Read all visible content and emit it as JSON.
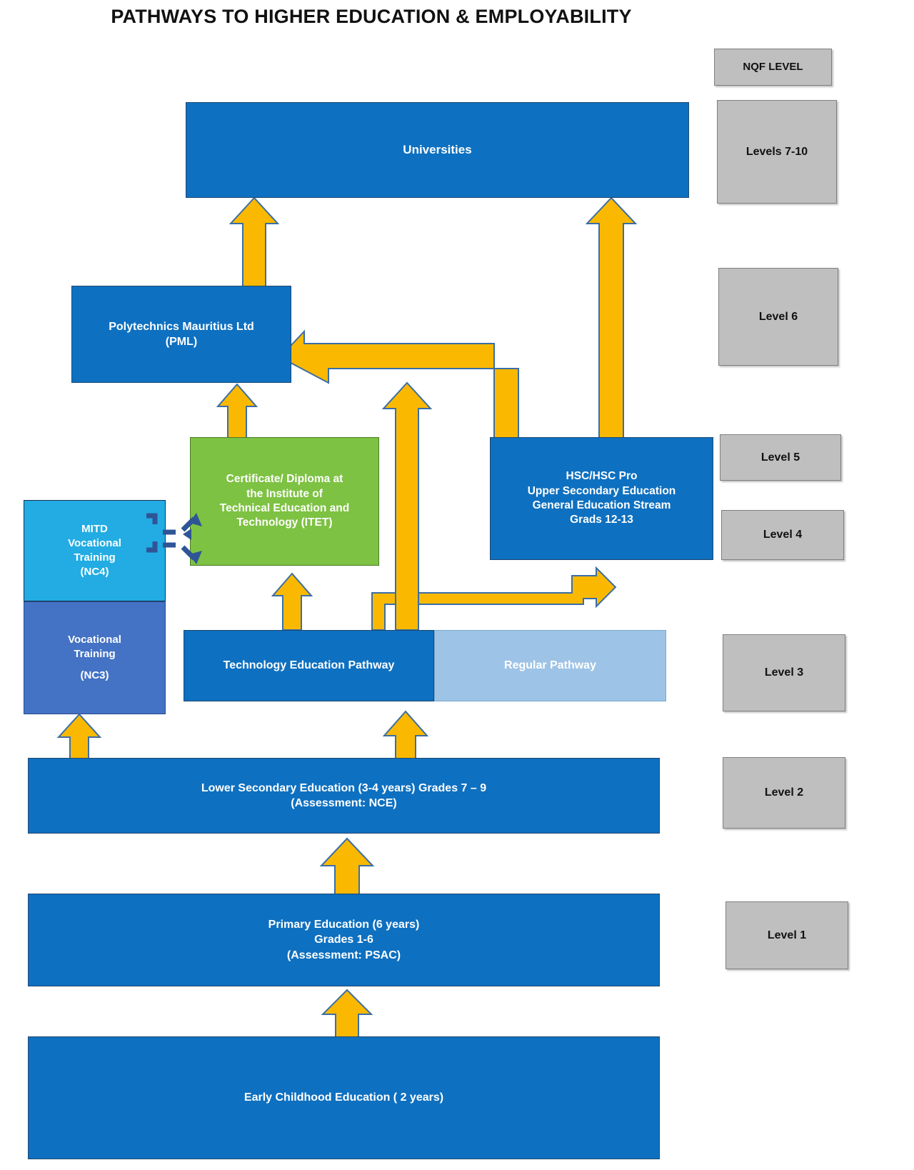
{
  "page": {
    "title": "PATHWAYS TO HIGHER EDUCATION & EMPLOYABILITY"
  },
  "colors": {
    "primary_blue": "#0E70C0",
    "light_blue": "#9DC3E6",
    "cyan": "#22ACE3",
    "mid_blue": "#4472C4",
    "green": "#7DC242",
    "arrow_yellow": "#FAB900",
    "arrow_outline": "#3b6ea5",
    "nqf_grey": "#BFBFBF"
  },
  "nqf_column": {
    "header": "NQF LEVEL",
    "levels": [
      {
        "label": "Levels 7-10"
      },
      {
        "label": "Level 6"
      },
      {
        "label": "Level 5"
      },
      {
        "label": "Level 4"
      },
      {
        "label": "Level 3"
      },
      {
        "label": "Level 2"
      },
      {
        "label": "Level 1"
      }
    ]
  },
  "nodes": {
    "universities": {
      "label": "Universities"
    },
    "polytechnics": {
      "line1": "Polytechnics Mauritius Ltd",
      "line2": "(PML)"
    },
    "itet": {
      "line1": "Certificate/ Diploma at",
      "line2": "the Institute of",
      "line3": "Technical Education and",
      "line4": "Technology (ITET)"
    },
    "hsc": {
      "line1": "HSC/HSC Pro",
      "line2": "Upper Secondary Education",
      "line3": "General Education Stream",
      "line4": "Grads 12-13"
    },
    "mitd": {
      "line1": "MITD",
      "line2": "Vocational",
      "line3": "Training",
      "line4": "(NC4)"
    },
    "vocational_nc3": {
      "line1": "Vocational",
      "line2": "Training",
      "line3": "",
      "line4": "(NC3)"
    },
    "technology_pathway": {
      "label": "Technology Education Pathway"
    },
    "regular_pathway": {
      "label": "Regular Pathway"
    },
    "lower_secondary": {
      "line1": "Lower Secondary Education (3-4 years) Grades 7 – 9",
      "line2": "(Assessment: NCE)"
    },
    "primary": {
      "line1": "Primary Education (6 years)",
      "line2": "Grades 1-6",
      "line3": "(Assessment: PSAC)"
    },
    "early_childhood": {
      "label": "Early Childhood Education ( 2 years)"
    }
  },
  "connectors": {
    "mitd_to_itet": "dashed-arrow",
    "pml_to_universities": "up-arrow",
    "itet_to_pml": "up-arrow",
    "itet_to_universities": "up-arrow",
    "hsc_to_universities": "up-arrow",
    "hsc_to_pml": "elbow-left-arrow",
    "techpath_to_itet": "up-arrow",
    "techpath_to_hsc": "elbow-up-arrow",
    "lower_secondary_to_techpath": "up-arrow",
    "lower_secondary_to_nc3": "up-arrow",
    "primary_to_lower_secondary": "up-arrow",
    "early_childhood_to_primary": "up-arrow"
  }
}
